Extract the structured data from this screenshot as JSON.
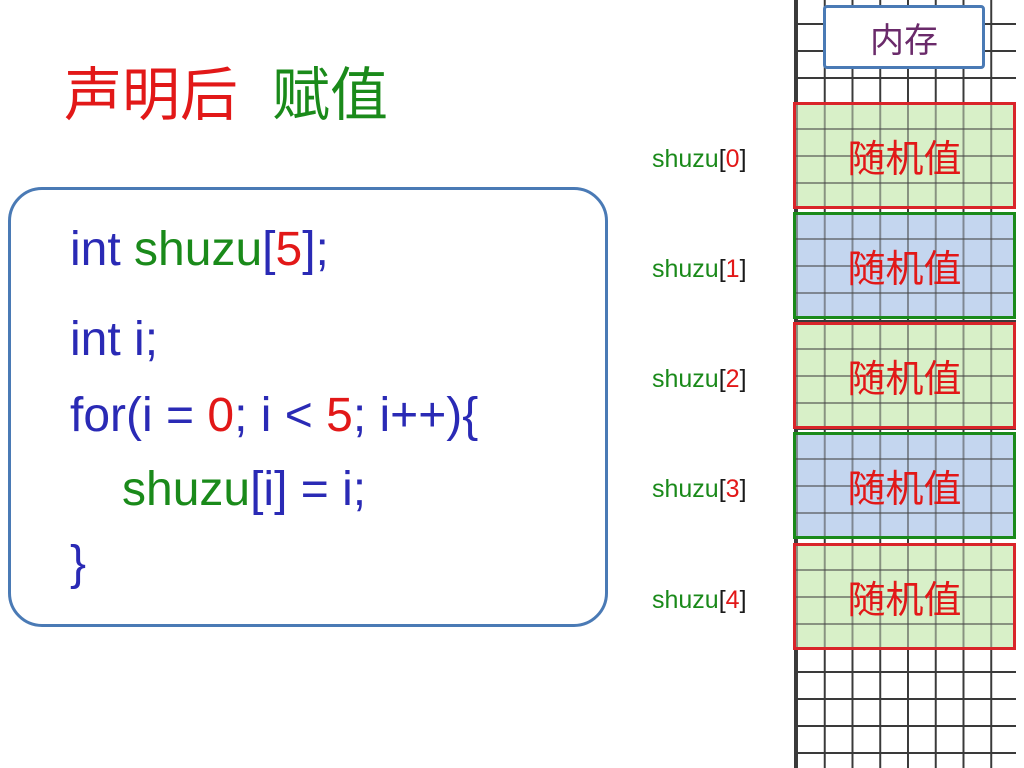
{
  "title": {
    "part1": "声明后",
    "part2": "赋值"
  },
  "code": {
    "line1": {
      "kw": "int",
      "id": "shuzu",
      "lb": "[",
      "num": "5",
      "rb": "];"
    },
    "line2": {
      "text": "int i;"
    },
    "line3": {
      "pre": "for(i = ",
      "num1": "0",
      "mid": "; i < ",
      "num2": "5",
      "post": "; i++){"
    },
    "line4": {
      "id": "shuzu",
      "rest": "[i] = i;"
    },
    "line5": {
      "text": "}"
    }
  },
  "memory": {
    "header": "内存",
    "cells": [
      {
        "name": "shuzu",
        "index": "0",
        "value": "随机值",
        "fill": "green"
      },
      {
        "name": "shuzu",
        "index": "1",
        "value": "随机值",
        "fill": "blue"
      },
      {
        "name": "shuzu",
        "index": "2",
        "value": "随机值",
        "fill": "green"
      },
      {
        "name": "shuzu",
        "index": "3",
        "value": "随机值",
        "fill": "blue"
      },
      {
        "name": "shuzu",
        "index": "4",
        "value": "随机值",
        "fill": "green"
      }
    ]
  },
  "colors": {
    "red": "#e21818",
    "green": "#1a8a1a",
    "blue": "#2a2ab5",
    "box_border": "#4a7ab5",
    "cell_green": "#d8f0c8",
    "cell_blue": "#c4d6ef"
  }
}
